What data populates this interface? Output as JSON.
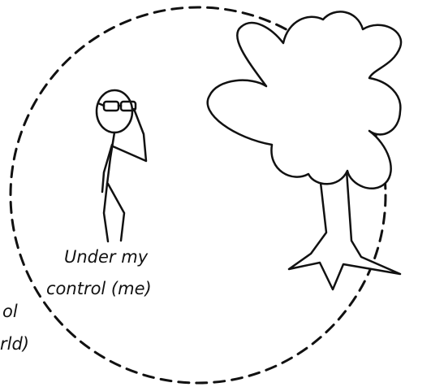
{
  "diagram": {
    "inner_label": {
      "line1": "Under my",
      "line2": "control (me)"
    },
    "outer_label": {
      "line1": "ol",
      "line2": "rld)"
    },
    "colors": {
      "stroke": "#111111",
      "background": "#ffffff"
    },
    "icons": [
      "stick-figure-with-glasses",
      "tree",
      "dashed-circle"
    ]
  }
}
